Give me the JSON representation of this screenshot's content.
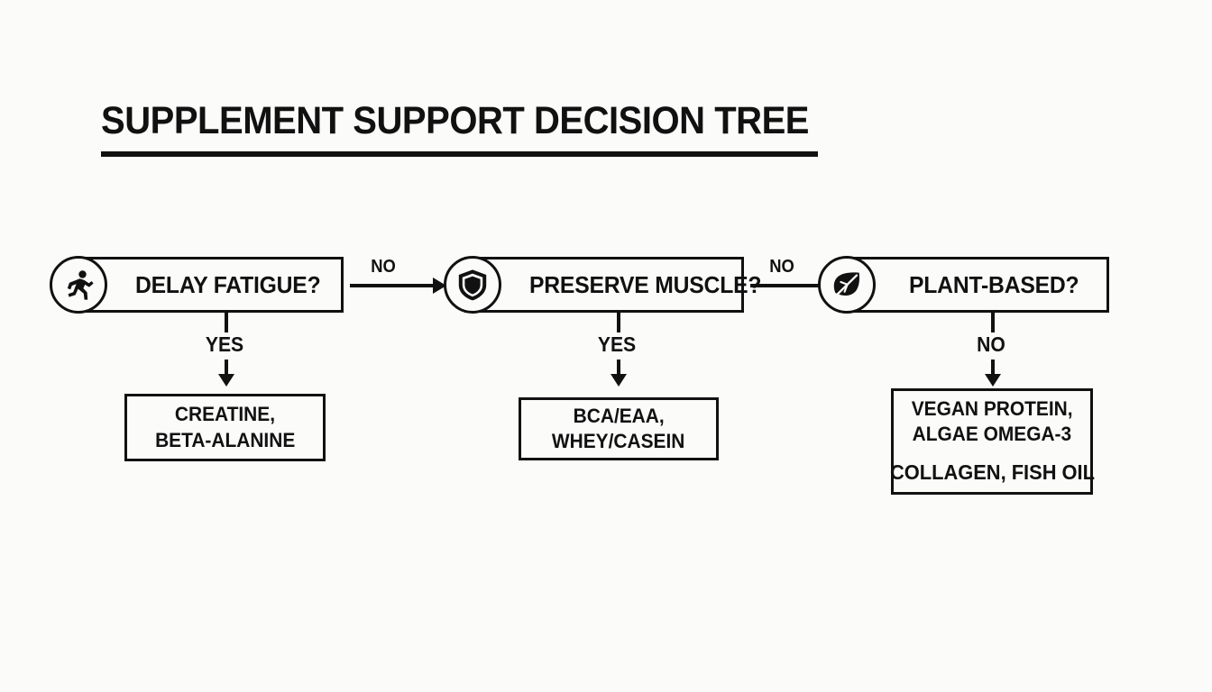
{
  "page": {
    "title": "SUPPLEMENT SUPPORT DECISION TREE",
    "background_color": "#fbfbfa",
    "ink_color": "#111111"
  },
  "nodes": [
    {
      "id": "delay-fatigue",
      "icon": "running-person-icon",
      "label": "DELAY FATIGUE?"
    },
    {
      "id": "preserve-muscle",
      "icon": "shield-icon",
      "label": "PRESERVE MUSCLE?"
    },
    {
      "id": "plant-based",
      "icon": "leaf-icon",
      "label": "PLANT-BASED?"
    }
  ],
  "horizontal_connectors": [
    {
      "id": "delay-to-preserve",
      "label": "NO"
    },
    {
      "id": "preserve-to-plant",
      "label": "NO"
    }
  ],
  "vertical_connectors": [
    {
      "id": "delay-branch",
      "label": "YES"
    },
    {
      "id": "preserve-branch",
      "label": "YES"
    },
    {
      "id": "plant-branch",
      "label": "NO"
    }
  ],
  "results": [
    {
      "id": "result-creatine",
      "lines": [
        "CREATINE,",
        "BETA-ALANINE"
      ]
    },
    {
      "id": "result-protein",
      "lines": [
        "BCA/EAA,",
        "WHEY/CASEIN"
      ]
    },
    {
      "id": "result-vegan",
      "lines": [
        "VEGAN PROTEIN,",
        "ALGAE OMEGA-3",
        "COLLAGEN, FISH OIL"
      ]
    }
  ]
}
